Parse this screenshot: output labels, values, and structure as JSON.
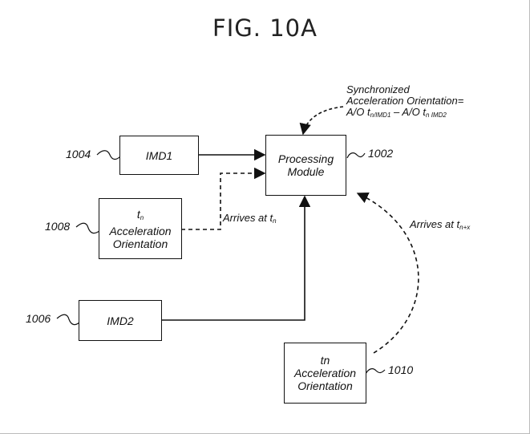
{
  "figure": {
    "title": "FIG. 10A"
  },
  "boxes": {
    "imd1": {
      "label": "IMD1"
    },
    "imd2": {
      "label": "IMD2"
    },
    "processing": {
      "line1": "Processing",
      "line2": "Module"
    },
    "tn_left": {
      "line1": "t",
      "line1_sub": "n",
      "line2": "Acceleration",
      "line3": "Orientation"
    },
    "tn_right": {
      "line1": "tn",
      "line2": "Acceleration",
      "line3": "Orientation"
    }
  },
  "refs": {
    "r1002": "1002",
    "r1004": "1004",
    "r1006": "1006",
    "r1008": "1008",
    "r1010": "1010"
  },
  "annotations": {
    "sync_line1": "Synchronized",
    "sync_line2": "Acceleration Orientation=",
    "sync_line3_a": "A/O t",
    "sync_line3_sub1": "n/IMD1",
    "sync_line3_b": " – A/O t",
    "sync_line3_sub2": "n IMD2",
    "arrives_left": "Arrives at t",
    "arrives_left_sub": "n",
    "arrives_right": "Arrives at t",
    "arrives_right_sub": "n+x"
  }
}
